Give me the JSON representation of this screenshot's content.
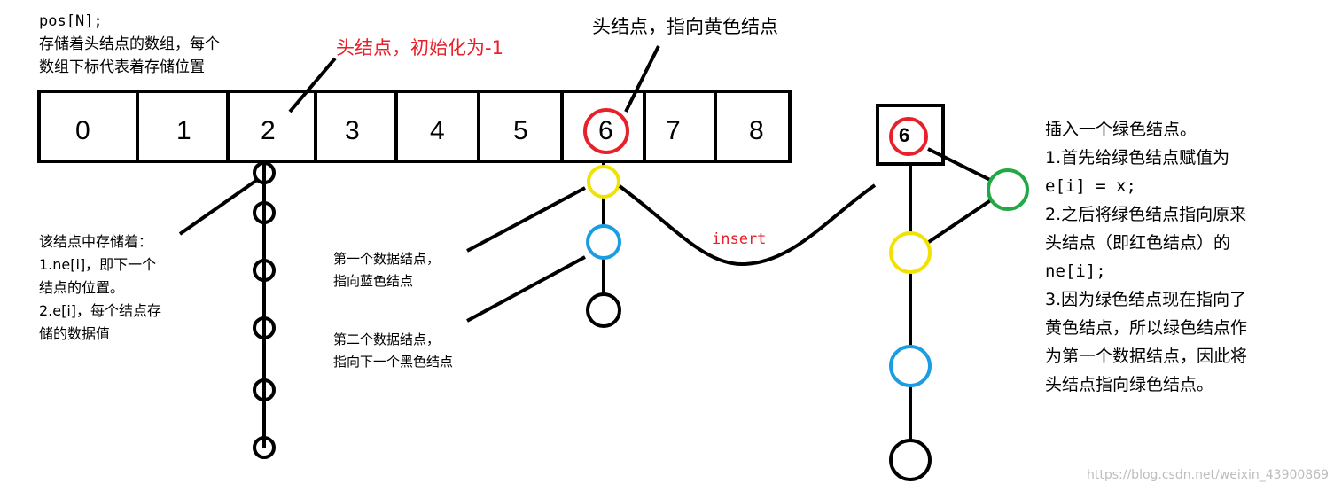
{
  "header_note": {
    "line1": "pos[N];",
    "line2": "存储着头结点的数组，每个",
    "line3": "数组下标代表着存储位置"
  },
  "array_cells": [
    "0",
    "1",
    "2",
    "3",
    "4",
    "5",
    "6",
    "7",
    "8"
  ],
  "head_init_label": "头结点，初始化为-1",
  "head_points_label": "头结点，指向黄色结点",
  "node_storage_note": {
    "line1": "该结点中存储着：",
    "line2": "1.ne[i]，即下一个",
    "line3": "结点的位置。",
    "line4": "2.e[i]，每个结点存",
    "line5": "储的数据值"
  },
  "first_node_note": {
    "line1": "第一个数据结点，",
    "line2": "指向蓝色结点"
  },
  "second_node_note": {
    "line1": "第二个数据结点，",
    "line2": "指向下一个黑色结点"
  },
  "insert_label": "insert",
  "right_head_value": "6",
  "steps": {
    "line1": "插入一个绿色结点。",
    "line2": "1.首先给绿色结点赋值为",
    "line3": "e[i] = x;",
    "line4": "2.之后将绿色结点指向原来",
    "line5": "头结点（即红色结点）的",
    "line6": "ne[i];",
    "line7": "3.因为绿色结点现在指向了",
    "line8": "黄色结点，所以绿色结点作",
    "line9": "为第一个数据结点，因此将",
    "line10": "头结点指向绿色结点。"
  },
  "watermark": "https://blog.csdn.net/weixin_43900869",
  "colors": {
    "red": "#e8202a",
    "yellow": "#f2e200",
    "blue": "#1b9de2",
    "green": "#22a845",
    "black": "#000000"
  }
}
